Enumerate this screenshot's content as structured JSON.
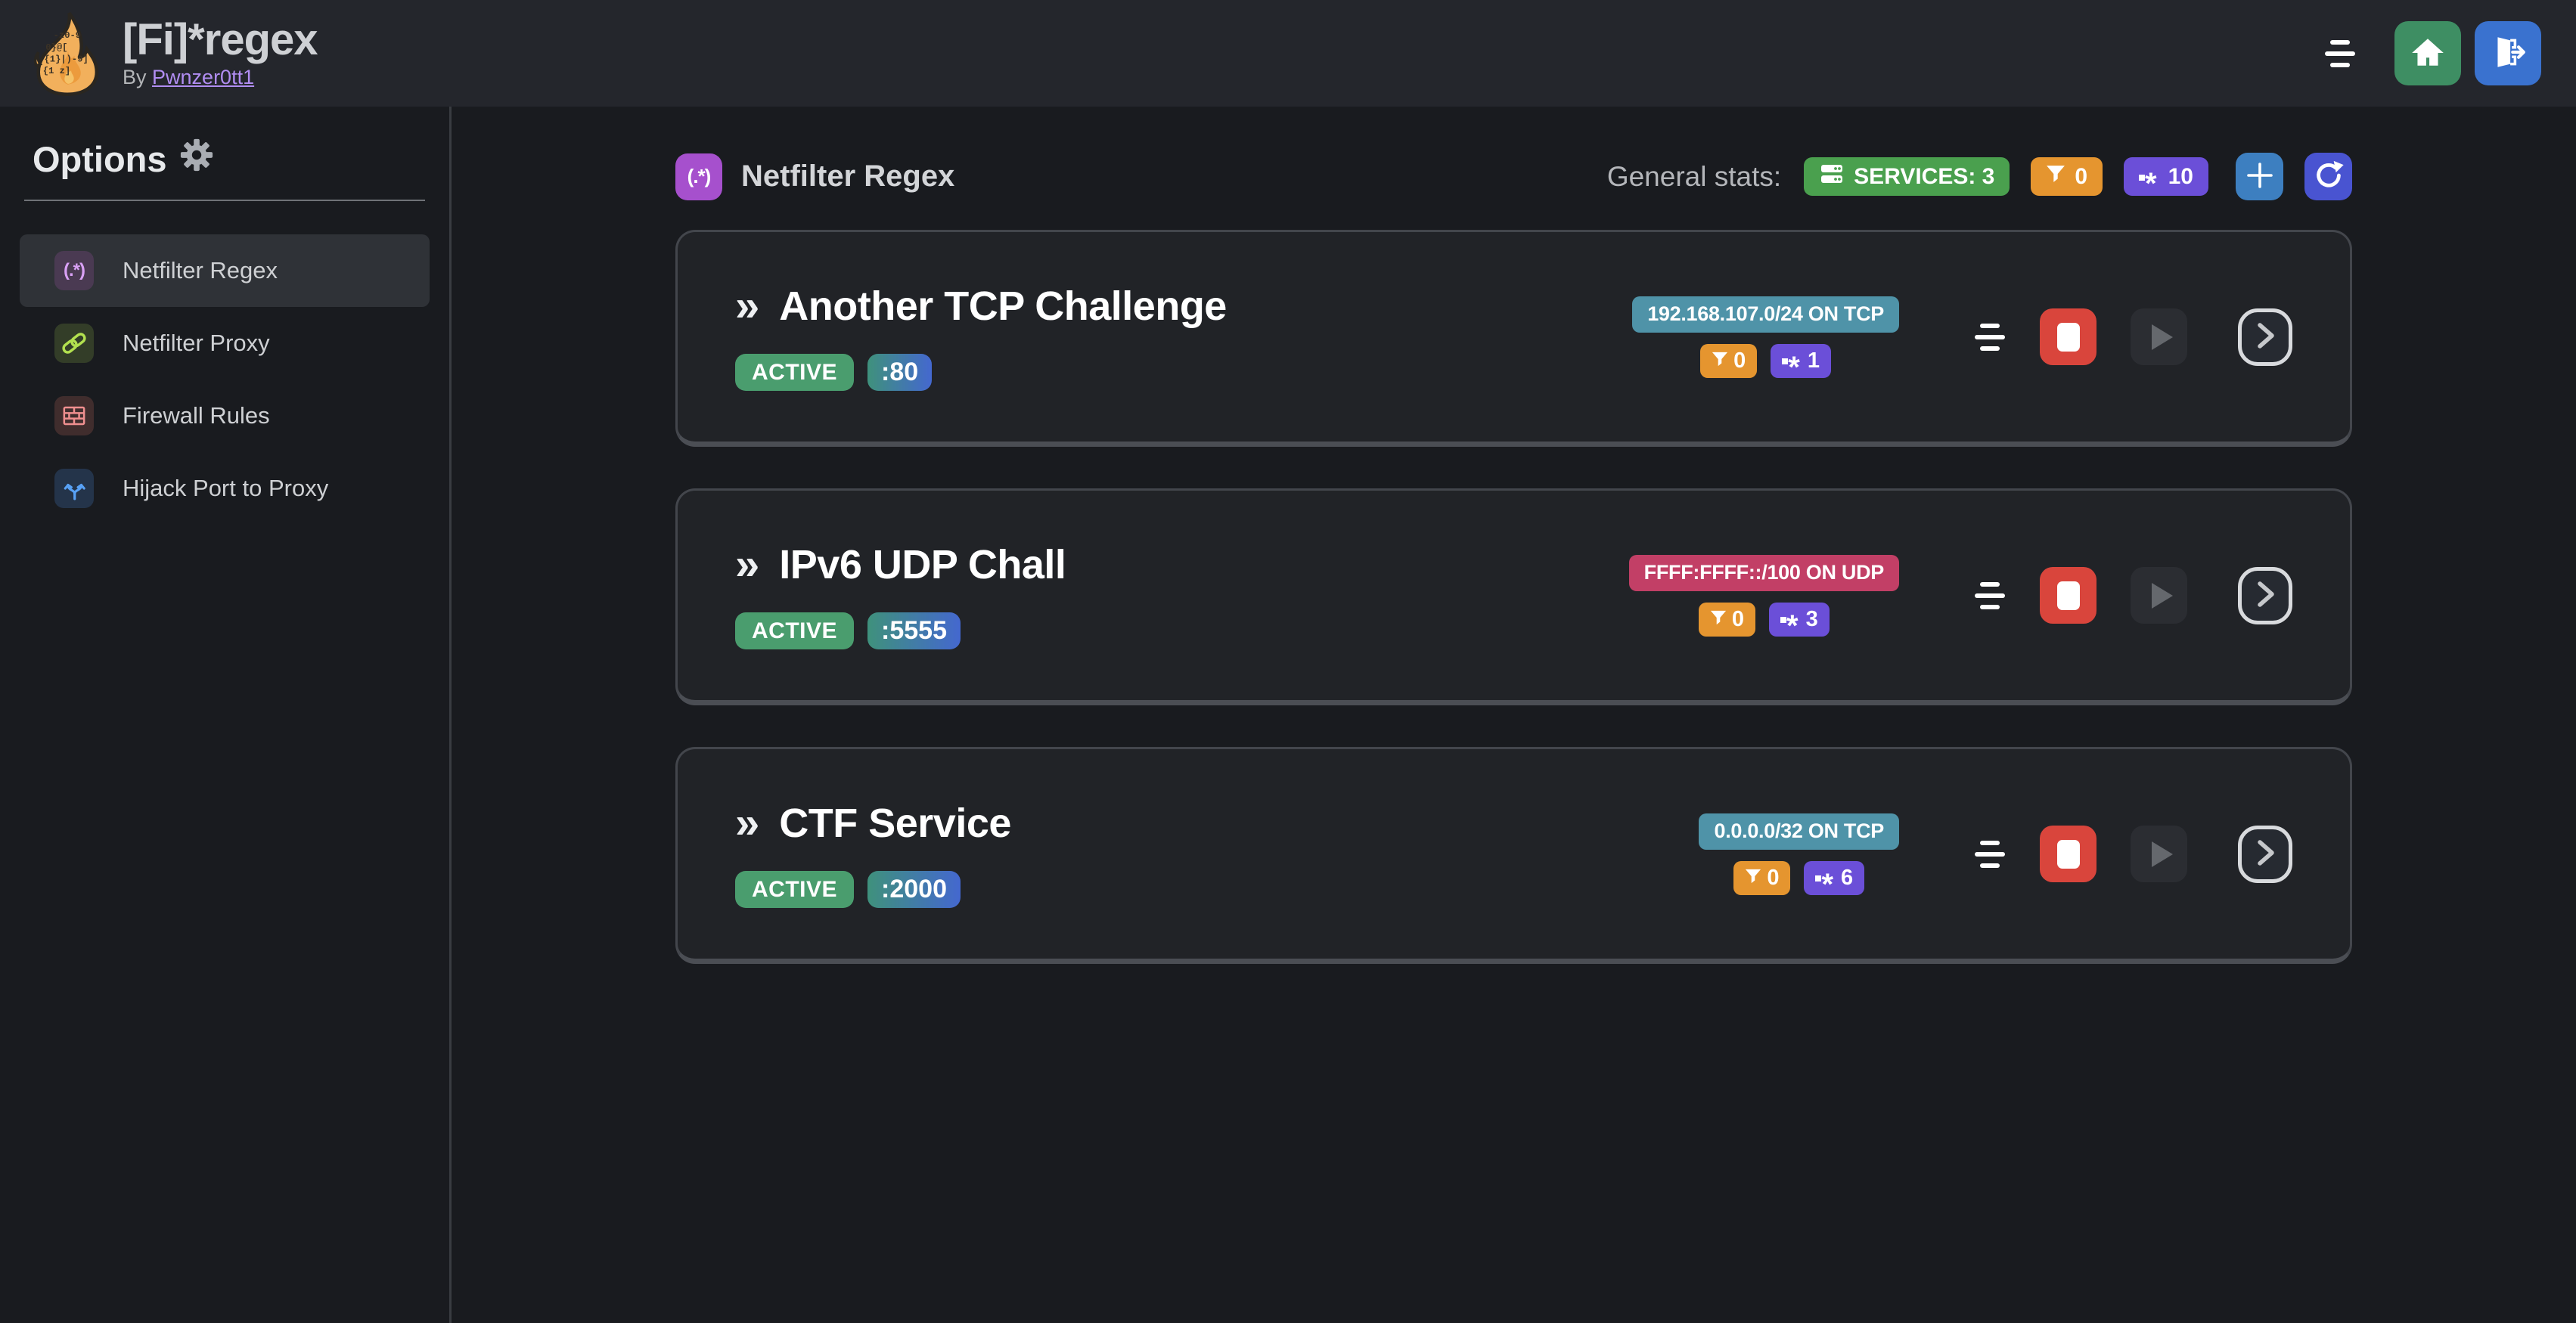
{
  "app": {
    "title": "[Fi]*regex",
    "byline_prefix": "By",
    "byline_author": "Pwnzer0tt1",
    "logo_lines": [
      "-z0-9",
      "0}@[",
      "{1}|)-9]",
      "{1    z]"
    ]
  },
  "glyphs": {
    "regex": "(.*)",
    "double_chevron": "»",
    "asterisk": "*"
  },
  "sidebar": {
    "heading": "Options",
    "items": [
      {
        "label": "Netfilter Regex",
        "icon": "regex-icon",
        "selected": true
      },
      {
        "label": "Netfilter Proxy",
        "icon": "chain-link-icon",
        "selected": false
      },
      {
        "label": "Firewall Rules",
        "icon": "brick-wall-icon",
        "selected": false
      },
      {
        "label": "Hijack Port to Proxy",
        "icon": "fork-arrows-icon",
        "selected": false
      }
    ]
  },
  "main": {
    "heading": {
      "icon": "regex-icon",
      "label": "Netfilter Regex"
    },
    "general_stats": {
      "label": "General stats:",
      "services_badge": "SERVICES: 3",
      "filters_count": "0",
      "regex_count": "10"
    },
    "services": [
      {
        "title": "Another TCP Challenge",
        "status": "ACTIVE",
        "port": ":80",
        "endpoint": "192.168.107.0/24 ON TCP",
        "endpoint_color": "#4f93a8",
        "filters_count": "0",
        "regex_count": "1"
      },
      {
        "title": "IPv6 UDP Chall",
        "status": "ACTIVE",
        "port": ":5555",
        "endpoint": "FFFF:FFFF::/100 ON UDP",
        "endpoint_color": "#c23f66",
        "filters_count": "0",
        "regex_count": "3"
      },
      {
        "title": "CTF Service",
        "status": "ACTIVE",
        "port": ":2000",
        "endpoint": "0.0.0.0/32 ON TCP",
        "endpoint_color": "#4f93a8",
        "filters_count": "0",
        "regex_count": "6"
      }
    ]
  },
  "colors": {
    "header_bg": "#24262c",
    "page_bg": "#191b1f",
    "card_bg": "#212327",
    "card_border": "#45484e",
    "accent_purple": "#a650cd",
    "badge_green": "#4aa04e",
    "status_green": "#4a9d6e",
    "badge_orange": "#e5952f",
    "badge_purple": "#6b4fd8",
    "port_gradient_start": "#3f917c",
    "port_gradient_end": "#4468cf",
    "teal_endpoint": "#4f93a8",
    "crimson_endpoint": "#c23f66",
    "stop_red": "#d9453c",
    "home_green": "#3e8e63",
    "logout_blue": "#3a72cf",
    "add_blue": "#3d7fc0",
    "refresh_indigo": "#4954d1",
    "link_purple": "#b18df2"
  }
}
